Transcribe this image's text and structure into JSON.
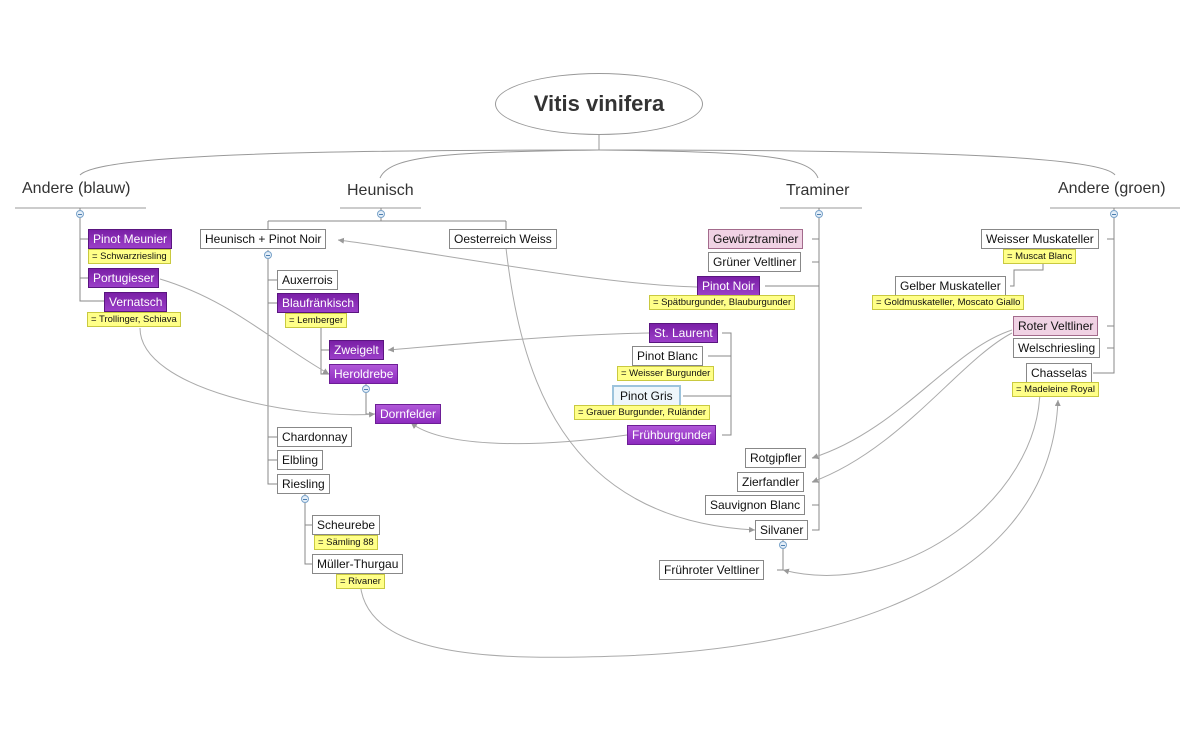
{
  "root": "Vitis vinifera",
  "branches": {
    "blauw": "Andere (blauw)",
    "heunisch": "Heunisch",
    "traminer": "Traminer",
    "groen": "Andere (groen)"
  },
  "nodes": {
    "pinot_meunier": "Pinot Meunier",
    "portugieser": "Portugieser",
    "vernatsch": "Vernatsch",
    "heunisch_pinot_noir": "Heunisch + Pinot Noir",
    "oesterreich_weiss": "Oesterreich Weiss",
    "auxerrois": "Auxerrois",
    "blaufraenkisch": "Blaufränkisch",
    "zweigelt": "Zweigelt",
    "heroldrebe": "Heroldrebe",
    "dornfelder": "Dornfelder",
    "chardonnay": "Chardonnay",
    "elbling": "Elbling",
    "riesling": "Riesling",
    "scheurebe": "Scheurebe",
    "mueller_thurgau": "Müller-Thurgau",
    "gewuerztraminer": "Gewürztraminer",
    "gruener_veltliner": "Grüner Veltliner",
    "pinot_noir": "Pinot Noir",
    "st_laurent": "St. Laurent",
    "pinot_blanc": "Pinot Blanc",
    "pinot_gris": "Pinot Gris",
    "fruehburgunder": "Frühburgunder",
    "rotgipfler": "Rotgipfler",
    "zierfandler": "Zierfandler",
    "sauvignon_blanc": "Sauvignon Blanc",
    "silvaner": "Silvaner",
    "fruehroter_veltliner": "Frühroter Veltliner",
    "weisser_muskateller": "Weisser Muskateller",
    "gelber_muskateller": "Gelber Muskateller",
    "roter_veltliner": "Roter Veltliner",
    "welschriesling": "Welschriesling",
    "chasselas": "Chasselas"
  },
  "notes": {
    "pinot_meunier": "= Schwarzriesling",
    "vernatsch": "= Trollinger, Schiava",
    "blaufraenkisch": "= Lemberger",
    "scheurebe": "= Sämling 88",
    "mueller_thurgau": "= Rivaner",
    "pinot_noir": "= Spätburgunder, Blauburgunder",
    "pinot_blanc": "= Weisser Burgunder",
    "pinot_gris": "= Grauer Burgunder, Ruländer",
    "weisser_muskateller": "= Muscat Blanc",
    "gelber_muskateller": "= Goldmuskateller, Moscato Giallo",
    "chasselas": "= Madeleine Royal"
  },
  "colors": {
    "red_variety": "#7a1fa6",
    "purple_variety": "#9b3fc8",
    "pink_variety": "#f0d2e4",
    "note": "#ffff88",
    "line": "#888888",
    "relation": "#999999"
  }
}
